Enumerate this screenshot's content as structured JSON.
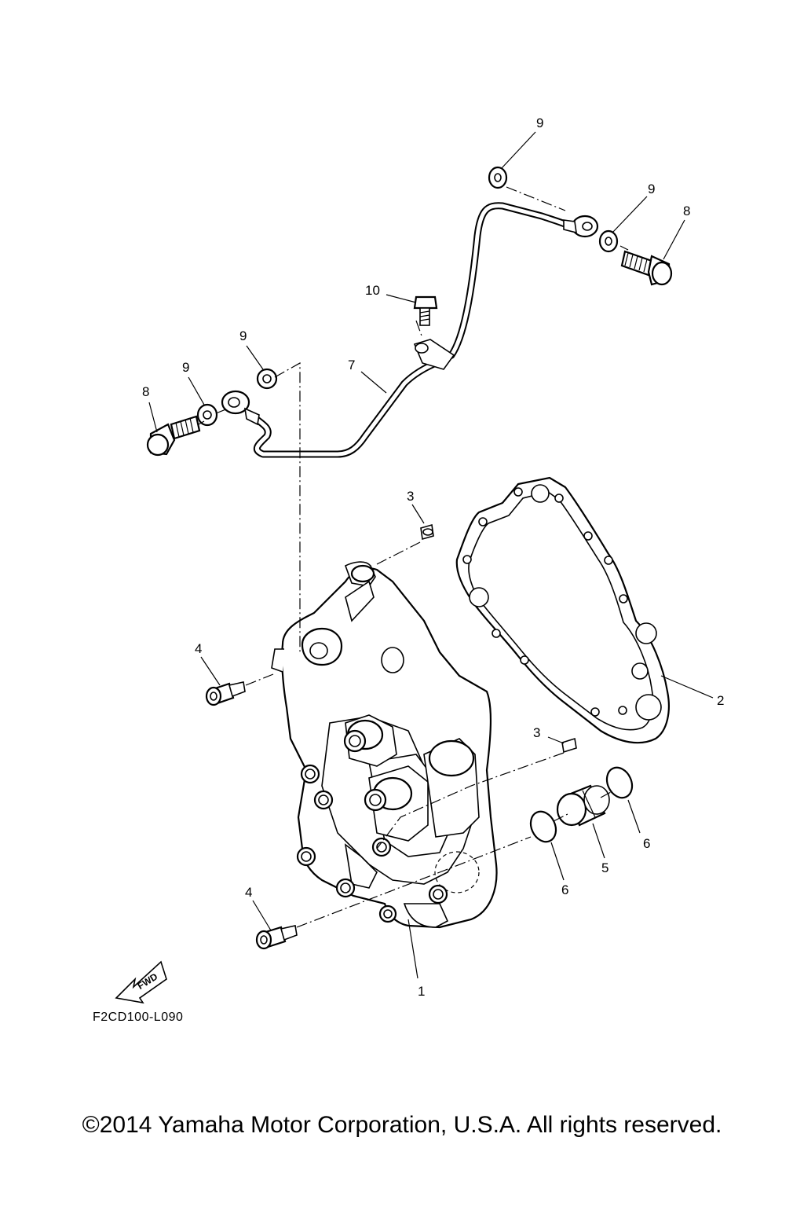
{
  "diagram": {
    "labels": {
      "l1": "1",
      "l2": "2",
      "l3a": "3",
      "l3b": "3",
      "l4a": "4",
      "l4b": "4",
      "l5": "5",
      "l6a": "6",
      "l6b": "6",
      "l7": "7",
      "l8a": "8",
      "l8b": "8",
      "l9a": "9",
      "l9b": "9",
      "l9c": "9",
      "l9d": "9",
      "l10": "10"
    },
    "fwd_text": "FWD",
    "figure_code": "F2CD100-L090"
  },
  "footer": {
    "copyright": "©2014 Yamaha Motor Corporation, U.S.A. All rights reserved."
  }
}
